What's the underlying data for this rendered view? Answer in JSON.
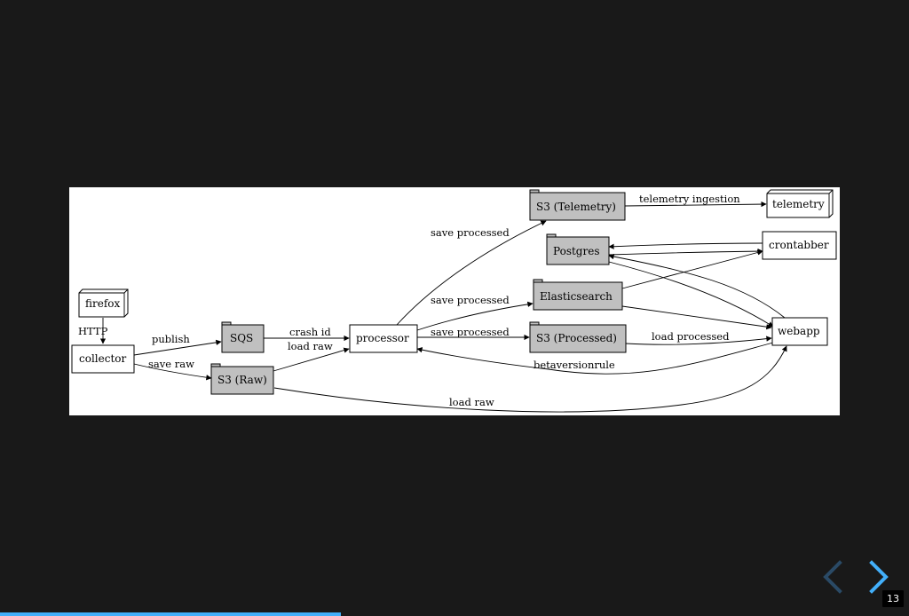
{
  "slide": {
    "number": "13",
    "progress_fraction": 0.375
  },
  "colors": {
    "background": "#191919",
    "accent": "#42affa",
    "accent_dim": "#2a4a66",
    "node_grey": "#c0c0c0"
  },
  "diagram": {
    "nodes": {
      "firefox": "firefox",
      "collector": "collector",
      "sqs": "SQS",
      "s3_raw": "S3 (Raw)",
      "processor": "processor",
      "s3_telemetry": "S3 (Telemetry)",
      "postgres": "Postgres",
      "elasticsearch": "Elasticsearch",
      "s3_processed": "S3 (Processed)",
      "telemetry": "telemetry",
      "crontabber": "crontabber",
      "webapp": "webapp"
    },
    "edges": {
      "http": "HTTP",
      "publish": "publish",
      "save_raw": "save raw",
      "crash_id": "crash id",
      "load_raw_processor": "load raw",
      "save_processed_telemetry": "save processed",
      "save_processed_es": "save processed",
      "save_processed_s3": "save processed",
      "telemetry_ingestion": "telemetry ingestion",
      "load_processed": "load processed",
      "betaversionrule": "betaversionrule",
      "load_raw_webapp": "load raw"
    }
  },
  "icons": {
    "prev": "chevron-left-icon",
    "next": "chevron-right-icon"
  }
}
